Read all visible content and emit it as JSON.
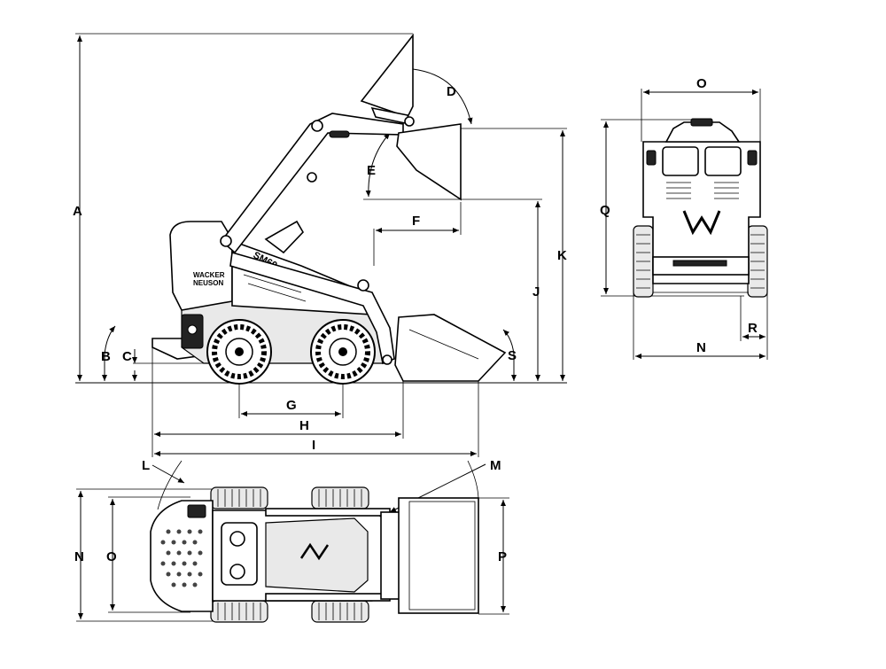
{
  "diagram": {
    "dimension_labels": {
      "A": "A",
      "B": "B",
      "C": "C",
      "D": "D",
      "E": "E",
      "F": "F",
      "G": "G",
      "H": "H",
      "I": "I",
      "J": "J",
      "K": "K",
      "L": "L",
      "M": "M",
      "N_rear": "N",
      "N_top": "N",
      "O_rear": "O",
      "O_top": "O",
      "P": "P",
      "Q": "Q",
      "R": "R",
      "S": "S"
    },
    "machine_markings": {
      "model": "SM60",
      "brand_line1": "WACKER",
      "brand_line2": "NEUSON"
    }
  }
}
